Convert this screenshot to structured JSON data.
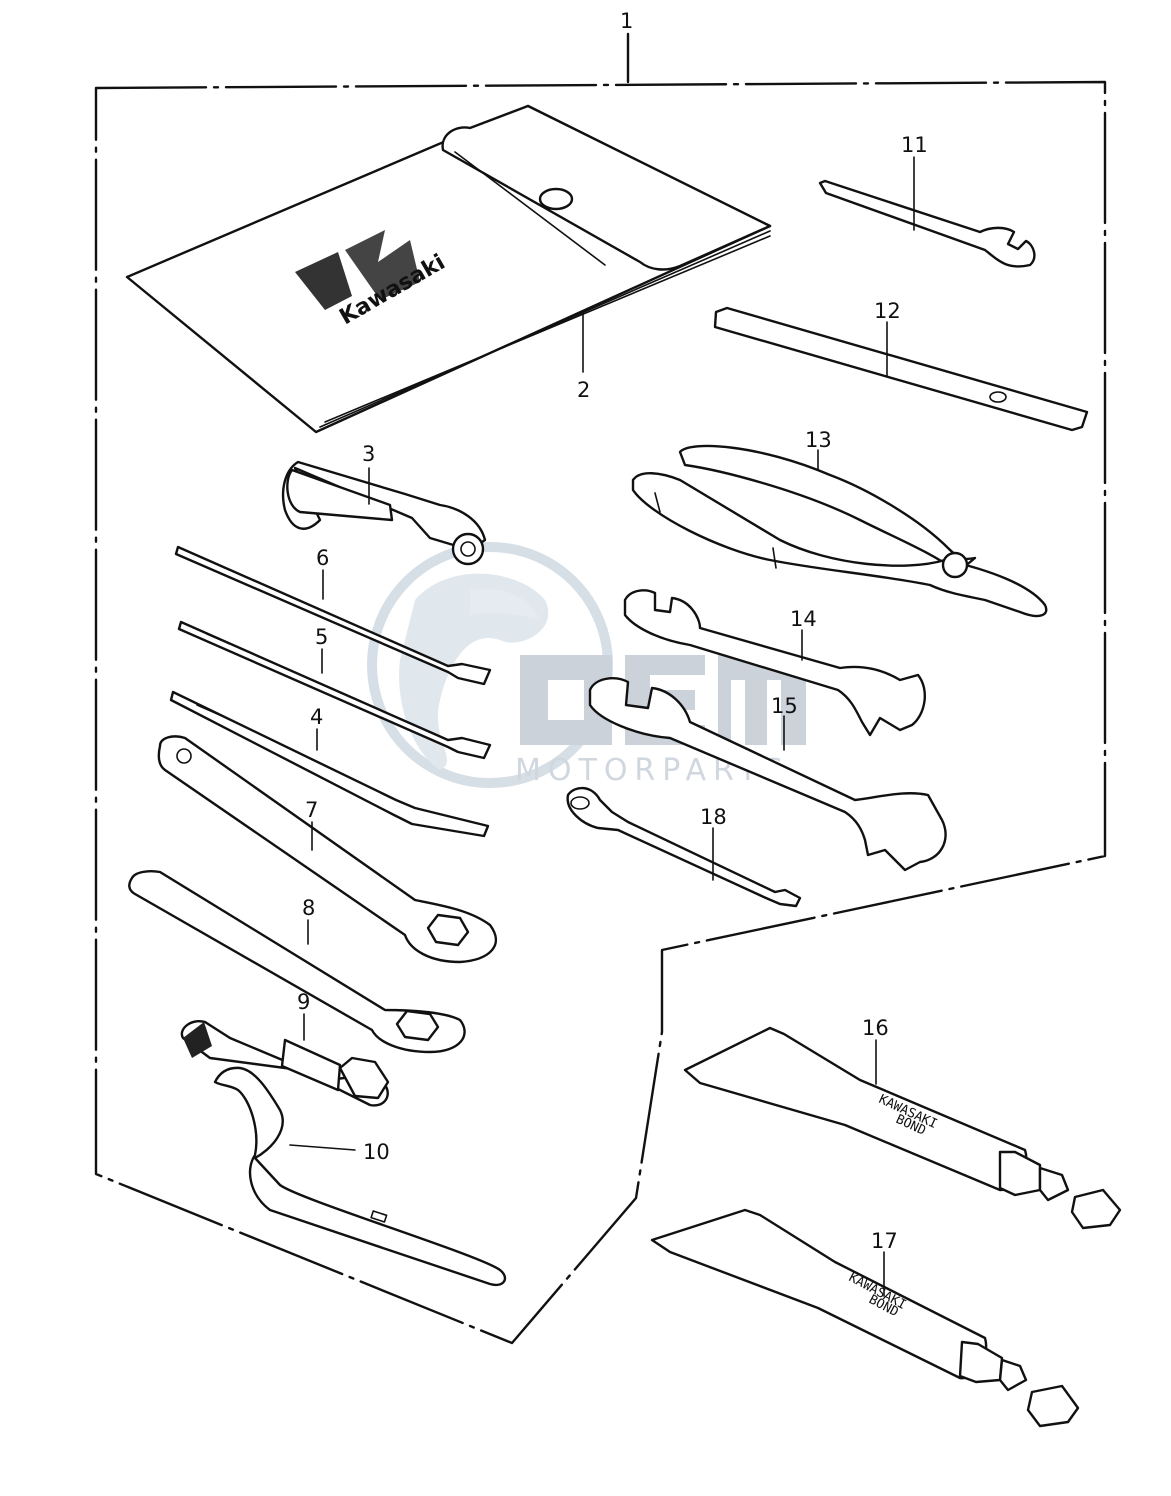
{
  "diagram": {
    "callouts": [
      {
        "id": "1",
        "label": "1"
      },
      {
        "id": "2",
        "label": "2"
      },
      {
        "id": "3",
        "label": "3"
      },
      {
        "id": "4",
        "label": "4"
      },
      {
        "id": "5",
        "label": "5"
      },
      {
        "id": "6",
        "label": "6"
      },
      {
        "id": "7",
        "label": "7"
      },
      {
        "id": "8",
        "label": "8"
      },
      {
        "id": "9",
        "label": "9"
      },
      {
        "id": "10",
        "label": "10"
      },
      {
        "id": "11",
        "label": "11"
      },
      {
        "id": "12",
        "label": "12"
      },
      {
        "id": "13",
        "label": "13"
      },
      {
        "id": "14",
        "label": "14"
      },
      {
        "id": "15",
        "label": "15"
      },
      {
        "id": "16",
        "label": "16"
      },
      {
        "id": "17",
        "label": "17"
      },
      {
        "id": "18",
        "label": "18"
      }
    ],
    "tool_bag_logo_text": "Kawasaki",
    "tube_16_text": [
      "KAWASAKI",
      "BOND"
    ],
    "tube_17_text": [
      "KAWASAKI",
      "BOND"
    ]
  },
  "watermark": {
    "brand": "OEM",
    "tagline": "MOTORPARTS",
    "color": "#cbd3db"
  }
}
